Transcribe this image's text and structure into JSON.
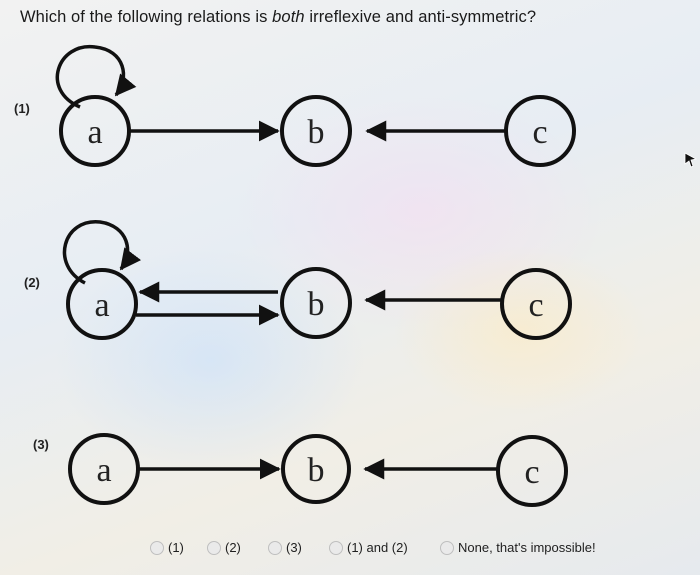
{
  "question": {
    "prefix": "Which of the following relations is ",
    "emphasis": "both",
    "suffix": " irreflexive and anti-symmetric?"
  },
  "graphs": [
    {
      "label": "(1)",
      "nodes": [
        "a",
        "b",
        "c"
      ]
    },
    {
      "label": "(2)",
      "nodes": [
        "a",
        "b",
        "c"
      ]
    },
    {
      "label": "(3)",
      "nodes": [
        "a",
        "b",
        "c"
      ]
    }
  ],
  "options": [
    {
      "label": "(1)"
    },
    {
      "label": "(2)"
    },
    {
      "label": "(3)"
    },
    {
      "label": "(1) and (2)"
    },
    {
      "label": "None, that's impossible!"
    }
  ],
  "colors": {
    "ink": "#111111",
    "radio_fill": "#eaeaea"
  }
}
